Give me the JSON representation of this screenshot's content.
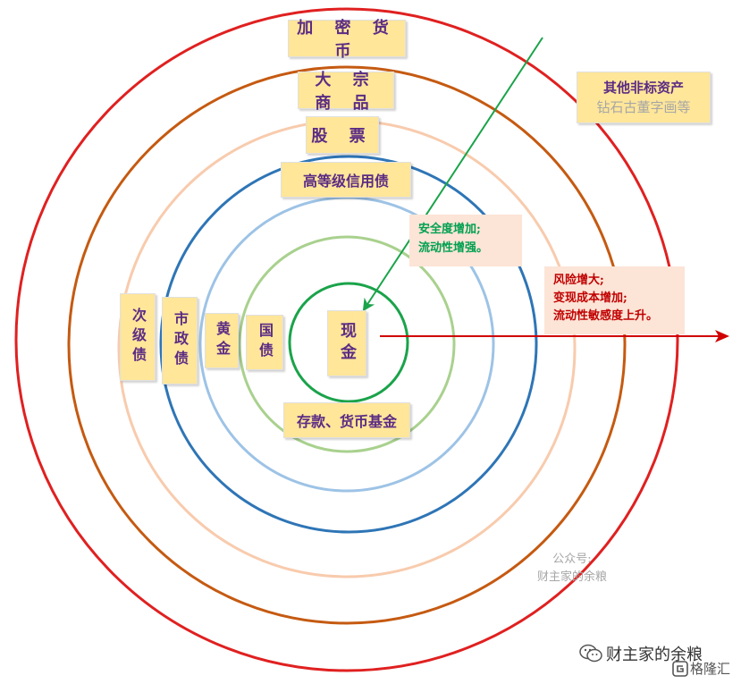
{
  "assets": {
    "cash": "现金",
    "deposits_money_fund": "存款、货币基金",
    "gov_bonds": "国债",
    "gold": "黄金",
    "muni_bonds": "市政债",
    "subprime_bonds": "次级债",
    "high_grade_credit": "高等级信用债",
    "stocks": "股 票",
    "commodities": "大 宗 商 品",
    "crypto": "加 密 货 币",
    "other_nonstandard_title": "其他非标资产",
    "other_nonstandard_examples": "钻石古董字画等"
  },
  "notes": {
    "inward_line1": "安全度增加;",
    "inward_line2": "流动性增强。",
    "outward_line1": "风险增大;",
    "outward_line2": "变现成本增加;",
    "outward_line3": "流动性敏感度上升。"
  },
  "watermark": {
    "line1": "公众号:",
    "line2": "财主家的余粮"
  },
  "footer": {
    "wechat_name": "财主家的余粮",
    "brand": "格隆汇"
  },
  "colors": {
    "ring1": "#1aa34a",
    "ring2": "#a9d18e",
    "ring3": "#9dc3e6",
    "ring4": "#2e75b6",
    "ring5": "#f8cbad",
    "ring6": "#c55a11",
    "ring7": "#e02020",
    "inward_arrow": "#1aa34a",
    "outward_arrow": "#d00000",
    "inward_text": "#00a050",
    "outward_text": "#c00000",
    "box_fill": "#ffe699",
    "box_text": "#5b2c84"
  }
}
